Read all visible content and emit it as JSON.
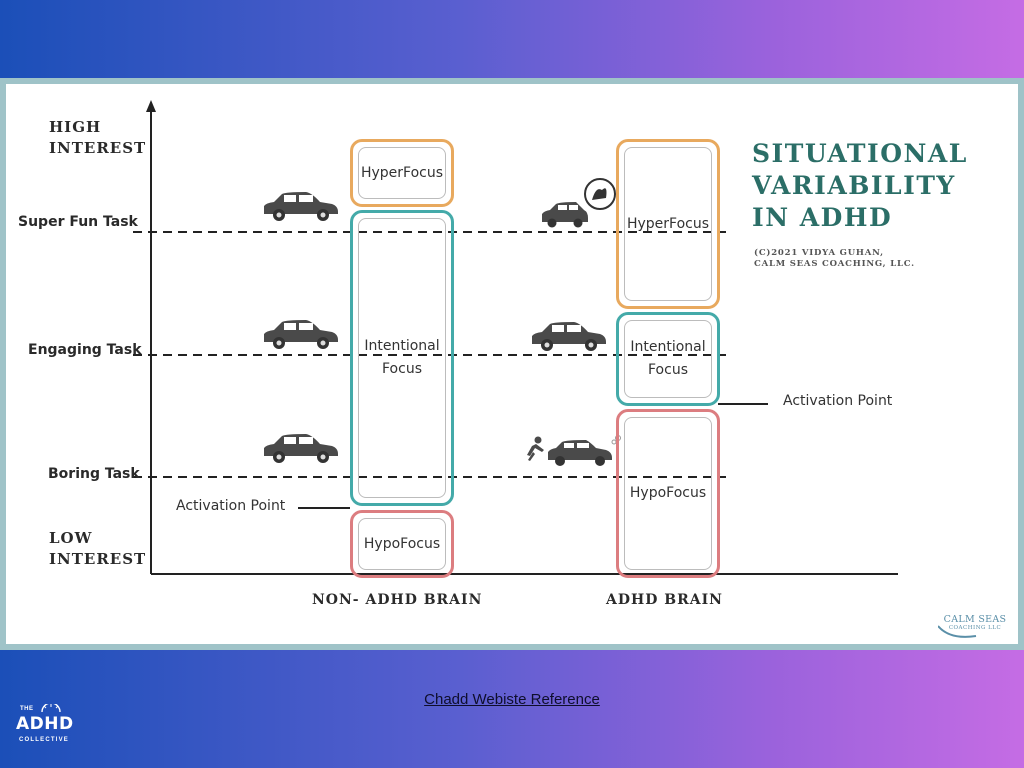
{
  "diagram": {
    "title_lines": [
      "SITUATIONAL",
      "VARIABILITY",
      "IN ADHD"
    ],
    "credit_lines": [
      "(C)2021 VIDYA GUHAN,",
      "CALM SEAS COACHING, LLC."
    ],
    "y_axis": {
      "top_lines": [
        "HIGH",
        "INTEREST"
      ],
      "bottom_lines": [
        "LOW",
        "INTEREST"
      ]
    },
    "tasks": {
      "super_fun": "Super Fun Task",
      "engaging": "Engaging Task",
      "boring": "Boring Task"
    },
    "non_adhd": {
      "label": "NON- ADHD BRAIN",
      "hyper": "HyperFocus",
      "intentional_lines": [
        "Intentional",
        "Focus"
      ],
      "hypo": "HypoFocus",
      "activation": "Activation Point"
    },
    "adhd": {
      "label": "ADHD BRAIN",
      "hyper": "HyperFocus",
      "intentional_lines": [
        "Intentional",
        "Focus"
      ],
      "hypo": "HypoFocus",
      "activation": "Activation Point"
    },
    "brand_lines": [
      "CALM SEAS",
      "COACHING LLC"
    ],
    "colors": {
      "hyper": "#e8a95e",
      "intentional": "#44aaa9",
      "hypo": "#dc7d80",
      "title": "#2b6e67"
    }
  },
  "footer": {
    "link_text": "Chadd Webiste Reference"
  },
  "logo": {
    "top": "THE",
    "main": "ADHD",
    "bottom": "COLLECTIVE"
  }
}
